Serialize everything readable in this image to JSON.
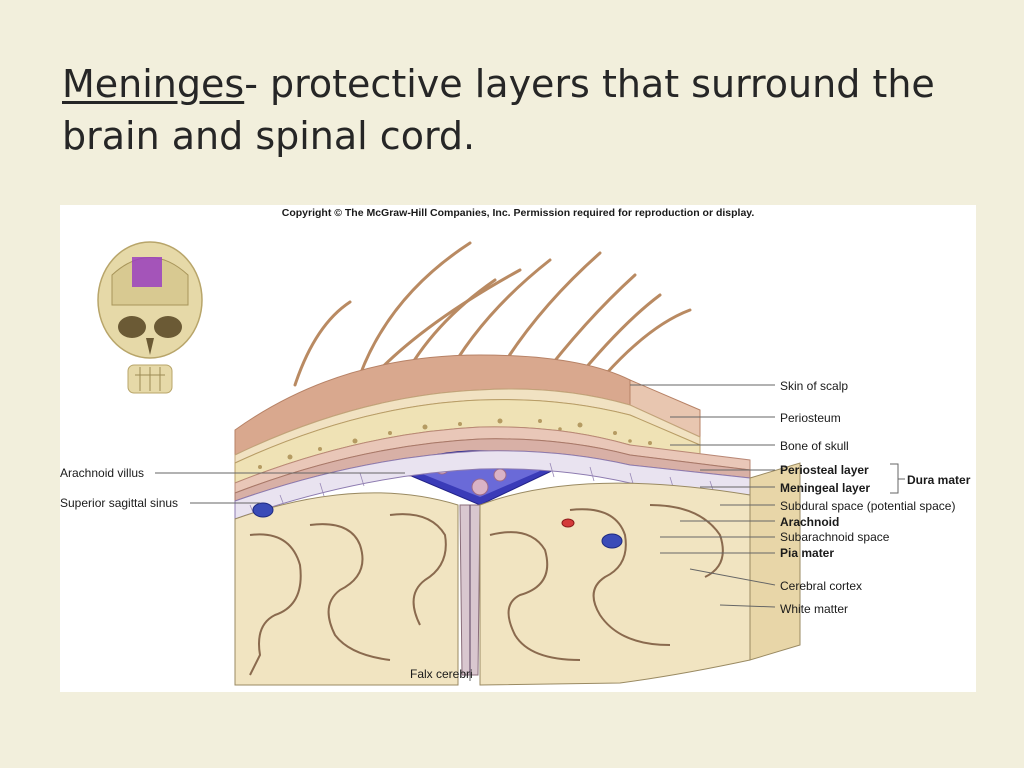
{
  "slide": {
    "title_term": "Meninges",
    "title_rest": "- protective layers that surround the brain and spinal cord."
  },
  "figure": {
    "copyright": "Copyright © The McGraw-Hill Companies, Inc. Permission required for reproduction or display.",
    "labels": {
      "skin_of_scalp": "Skin of scalp",
      "periosteum": "Periosteum",
      "bone_of_skull": "Bone of skull",
      "periosteal_layer": "Periosteal layer",
      "meningeal_layer": "Meningeal layer",
      "dura_mater": "Dura mater",
      "subdural_space": "Subdural space (potential space)",
      "arachnoid": "Arachnoid",
      "subarachnoid_space": "Subarachnoid space",
      "pia_mater": "Pia mater",
      "cerebral_cortex": "Cerebral cortex",
      "white_matter": "White matter",
      "arachnoid_villus": "Arachnoid villus",
      "superior_sagittal_sinus": "Superior sagittal sinus",
      "falx_cerebri": "Falx cerebri"
    }
  }
}
